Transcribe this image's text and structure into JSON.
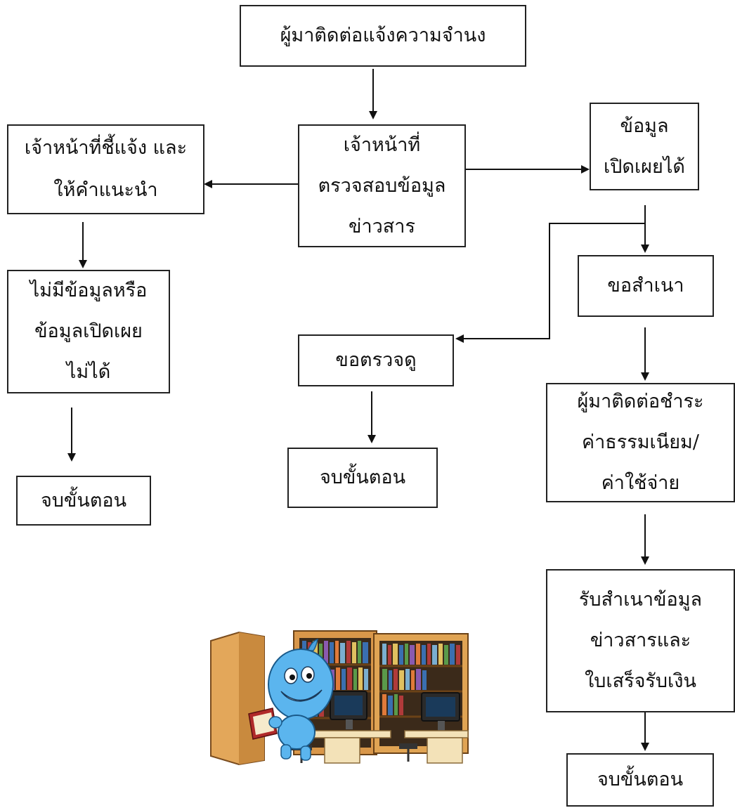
{
  "flow": {
    "contact": [
      "ผู้มาติดต่อแจ้งความจำนง"
    ],
    "officer_check": [
      "เจ้าหน้าที่",
      "ตรวจสอบข้อมูล",
      "ข่าวสาร"
    ],
    "officer_advise": [
      "เจ้าหน้าที่ชี้แจ้ง และ",
      "ให้คำแนะนำ"
    ],
    "no_info": [
      "ไม่มีข้อมูลหรือ",
      "ข้อมูลเปิดเผย",
      "ไม่ได้"
    ],
    "end_left": [
      "จบขั้นตอน"
    ],
    "disclosable": [
      "ข้อมูล",
      "เปิดเผยได้"
    ],
    "request_copy": [
      "ขอสำเนา"
    ],
    "inspect": [
      "ขอตรวจดู"
    ],
    "end_middle": [
      "จบขั้นตอน"
    ],
    "pay_fee": [
      "ผู้มาติดต่อชำระ",
      "ค่าธรรมเนียม/",
      "ค่าใช้จ่าย"
    ],
    "receive_copy": [
      "รับสำเนาข้อมูล",
      "ข่าวสารและ",
      "ใบเสร็จรับเงิน"
    ],
    "end_right": [
      "จบขั้นตอน"
    ]
  },
  "illustration": {
    "icon": "cartoon-reading-library-icon"
  }
}
